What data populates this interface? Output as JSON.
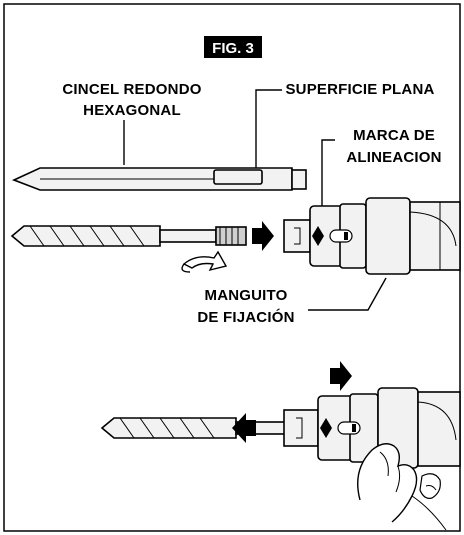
{
  "figure": {
    "label": "FIG. 3"
  },
  "labels": {
    "chisel_line1": "CINCEL REDONDO",
    "chisel_line2": "HEXAGONAL",
    "flat_surface": "SUPERFICIE PLANA",
    "alignment_line1": "MARCA DE",
    "alignment_line2": "ALINEACION",
    "sleeve_line1": "MANGUITO",
    "sleeve_line2": "DE FIJACIÓN"
  },
  "icons": {
    "arrow_in": "right-arrow-icon",
    "arrow_out": "left-arrow-icon",
    "rotate": "curved-rotate-arrow-icon"
  }
}
